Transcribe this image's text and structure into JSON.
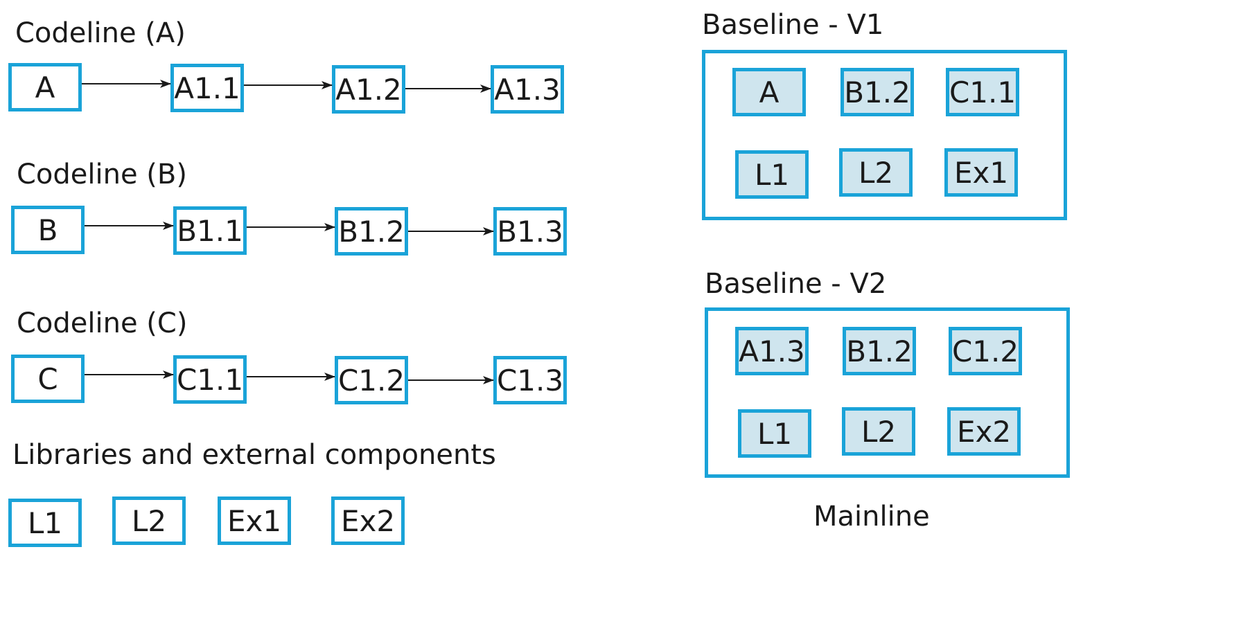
{
  "codelines": [
    {
      "title": "Codeline (A)",
      "items": [
        "A",
        "A1.1",
        "A1.2",
        "A1.3"
      ]
    },
    {
      "title": "Codeline (B)",
      "items": [
        "B",
        "B1.1",
        "B1.2",
        "B1.3"
      ]
    },
    {
      "title": "Codeline (C)",
      "items": [
        "C",
        "C1.1",
        "C1.2",
        "C1.3"
      ]
    }
  ],
  "libraries": {
    "title": "Libraries and external components",
    "items": [
      "L1",
      "L2",
      "Ex1",
      "Ex2"
    ]
  },
  "baselines": [
    {
      "title": "Baseline - V1",
      "items": [
        "A",
        "B1.2",
        "C1.1",
        "L1",
        "L2",
        "Ex1"
      ]
    },
    {
      "title": "Baseline - V2",
      "items": [
        "A1.3",
        "B1.2",
        "C1.2",
        "L1",
        "L2",
        "Ex2"
      ]
    }
  ],
  "mainline_label": "Mainline",
  "colors": {
    "border": "#1aa3d8",
    "fill": "#cfe5ee",
    "text": "#1a1a1a"
  }
}
